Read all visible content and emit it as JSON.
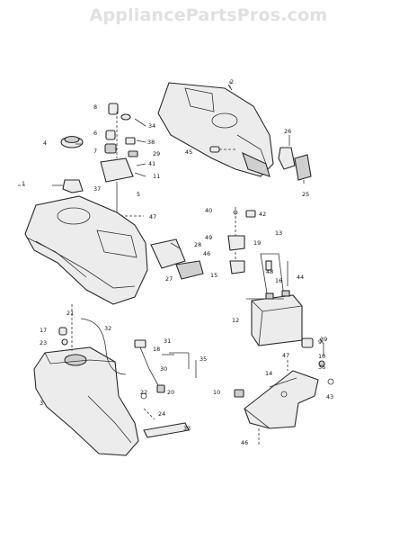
{
  "watermark": "AppliancePartsPros.com",
  "callouts": [
    "1",
    "2",
    "3",
    "4",
    "5",
    "6",
    "7",
    "8",
    "9",
    "10",
    "10",
    "11",
    "12",
    "13",
    "14",
    "15",
    "16",
    "17",
    "18",
    "19",
    "20",
    "21",
    "22",
    "23",
    "24",
    "25",
    "26",
    "27",
    "28",
    "29",
    "30",
    "31",
    "32",
    "33",
    "34",
    "35",
    "36",
    "37",
    "38",
    "39",
    "40",
    "41",
    "42",
    "43",
    "44",
    "45",
    "46",
    "46",
    "47",
    "47",
    "48",
    "49"
  ]
}
